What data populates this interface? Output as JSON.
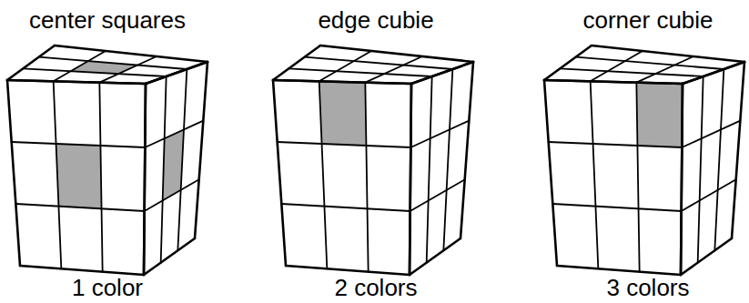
{
  "diagram": {
    "labels": [
      "center squares",
      "edge cubie",
      "corner cubie",
      "1 color",
      "2 colors",
      "3 colors"
    ]
  }
}
